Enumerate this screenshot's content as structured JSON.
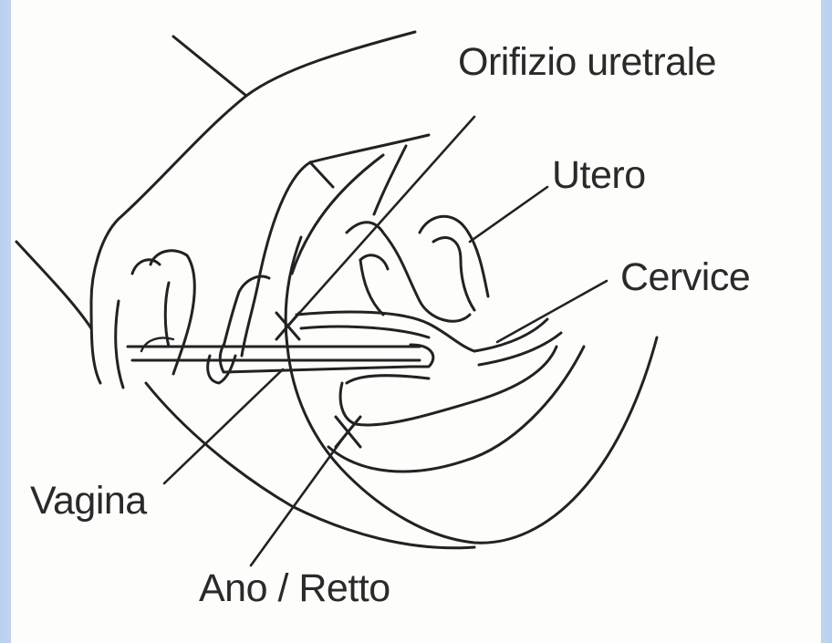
{
  "labels": {
    "urethral_orifice": "Orifizio uretrale",
    "uterus": "Utero",
    "cervix": "Cervice",
    "vagina": "Vagina",
    "anus_rectum": "Ano / Retto"
  },
  "colors": {
    "background": "#c9dbf3",
    "panel": "#fdfdfb",
    "ink": "#222222"
  }
}
